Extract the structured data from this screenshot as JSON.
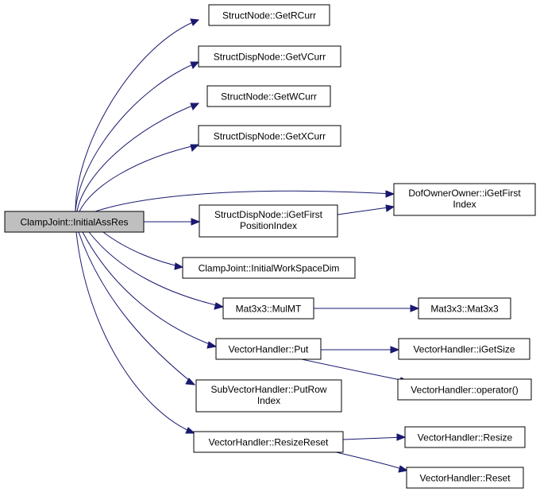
{
  "colors": {
    "edge": "#191970",
    "root_fill": "#bfbfbf",
    "node_fill": "#ffffff",
    "border": "#000000"
  },
  "nodes": {
    "root": {
      "lines": [
        "ClampJoint::InitialAssRes"
      ]
    },
    "getrcurr": {
      "lines": [
        "StructNode::GetRCurr"
      ]
    },
    "getvcurr": {
      "lines": [
        "StructDispNode::GetVCurr"
      ]
    },
    "getwcurr": {
      "lines": [
        "StructNode::GetWCurr"
      ]
    },
    "getxcurr": {
      "lines": [
        "StructDispNode::GetXCurr"
      ]
    },
    "dofowner": {
      "lines": [
        "DofOwnerOwner::iGetFirst",
        "Index"
      ]
    },
    "igetfirstpos": {
      "lines": [
        "StructDispNode::iGetFirst",
        "PositionIndex"
      ]
    },
    "initialworkspace": {
      "lines": [
        "ClampJoint::InitialWorkSpaceDim"
      ]
    },
    "mulmt": {
      "lines": [
        "Mat3x3::MulMT"
      ]
    },
    "mat3x3": {
      "lines": [
        "Mat3x3::Mat3x3"
      ]
    },
    "put": {
      "lines": [
        "VectorHandler::Put"
      ]
    },
    "igetsize": {
      "lines": [
        "VectorHandler::iGetSize"
      ]
    },
    "operator": {
      "lines": [
        "VectorHandler::operator()"
      ]
    },
    "putrow": {
      "lines": [
        "SubVectorHandler::PutRow",
        "Index"
      ]
    },
    "resizereset": {
      "lines": [
        "VectorHandler::ResizeReset"
      ]
    },
    "resize": {
      "lines": [
        "VectorHandler::Resize"
      ]
    },
    "reset": {
      "lines": [
        "VectorHandler::Reset"
      ]
    }
  }
}
